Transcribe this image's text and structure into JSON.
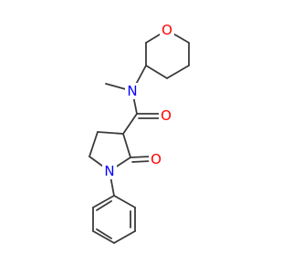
{
  "colors": {
    "bond": "#3a3a3a",
    "oxygen": "#ff0000",
    "nitrogen": "#0000ff",
    "background": "#ffffff"
  },
  "atoms": {
    "ring_oxygen": "O",
    "amide_nitrogen": "N",
    "carbonyl_oxygen_amide": "O",
    "lactam_carbonyl_oxygen": "O",
    "lactam_nitrogen": "N"
  }
}
